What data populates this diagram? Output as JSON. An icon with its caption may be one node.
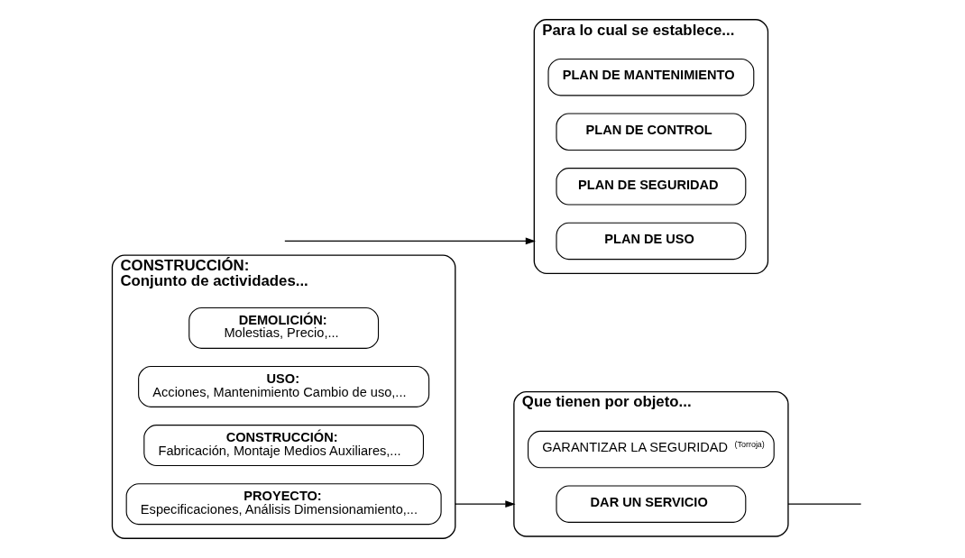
{
  "diagram": {
    "nodes": [
      {
        "text": [
          "CONSTRUCCIÓN:",
          "Conjunto de actividades..."
        ]
      },
      {
        "text": [
          "PROYECTO:",
          "Especificaciones, Análisis Dimensionamiento,..."
        ],
        "in": 0
      },
      {
        "text": [
          "CONSTRUCCIÓN:",
          "Fabricación, Montaje Medios Auxiliares,..."
        ],
        "in": 0
      },
      {
        "text": [
          "USO:",
          "Acciones, Mantenimiento Cambio de uso,..."
        ],
        "in": 0
      },
      {
        "text": [
          "DEMOLICIÓN:",
          "Molestias, Precio,..."
        ],
        "in": 0
      },
      {
        "text": [
          "Que tienen por objeto..."
        ]
      },
      {
        "text": [
          "DAR UN SERVICIO"
        ],
        "in": 5
      },
      {
        "text": [
          "GARANTIZAR LA SEGURIDAD$^{(Torroja)}$"
        ],
        "in": 5
      },
      {
        "text": [
          "Para lo cual se establece..."
        ]
      },
      {
        "text": [
          "PLAN DE USO"
        ],
        "in": 8
      },
      {
        "text": [
          "PLAN DE SEGURIDAD"
        ],
        "in": 8
      },
      {
        "text": [
          "PLAN DE CONTROL"
        ],
        "in": 8
      },
      {
        "text": [
          "PLAN DE MANTENIMIENTO"
        ],
        "in": 8
      }
    ],
    "edges": [
      {
        "from": 0,
        "to": 5,
        "arrow": "to"
      },
      {
        "from": 5,
        "to": null,
        "arrow": "none"
      },
      {
        "from": null,
        "to": 8,
        "arrow": "to"
      }
    ]
  }
}
